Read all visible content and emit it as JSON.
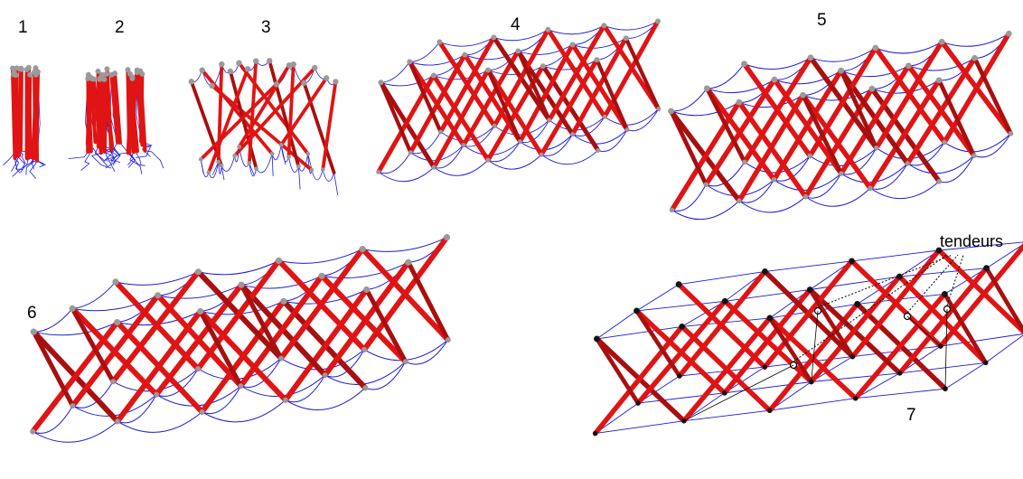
{
  "figure": {
    "stages": [
      "1",
      "2",
      "3",
      "4",
      "5",
      "6",
      "7"
    ],
    "annotation": "tendeurs"
  },
  "colors": {
    "strut": "#e01414",
    "strut_dark": "#a80f0f",
    "cable": "#1a1adc",
    "node": "#9a9a9a",
    "node_final": "#111111",
    "leader": "#000000"
  }
}
